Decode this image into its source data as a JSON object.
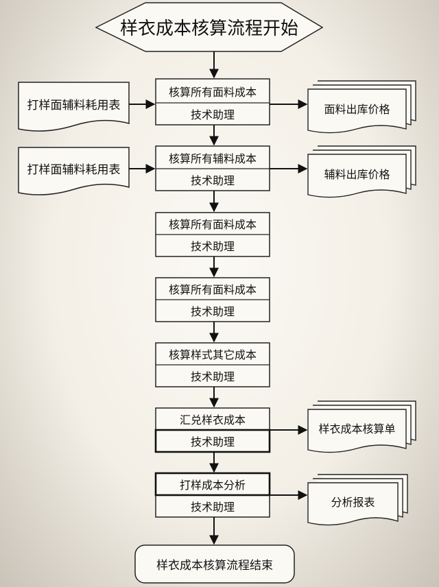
{
  "start": "样衣成本核算流程开始",
  "end": "样衣成本核算流程结束",
  "inputs": [
    "打样面辅料耗用表",
    "打样面辅料耗用表"
  ],
  "steps": [
    {
      "task": "核算所有面料成本",
      "role": "技术助理"
    },
    {
      "task": "核算所有辅料成本",
      "role": "技术助理"
    },
    {
      "task": "核算所有面料成本",
      "role": "技术助理"
    },
    {
      "task": "核算所有面料成本",
      "role": "技术助理"
    },
    {
      "task": "核算样式其它成本",
      "role": "技术助理"
    },
    {
      "task": "汇兑样衣成本",
      "role": "技术助理"
    },
    {
      "task": "打样成本分析",
      "role": "技术助理"
    }
  ],
  "outputs": [
    "面料出库价格",
    "辅料出库价格",
    "样衣成本核算单",
    "分析报表"
  ]
}
